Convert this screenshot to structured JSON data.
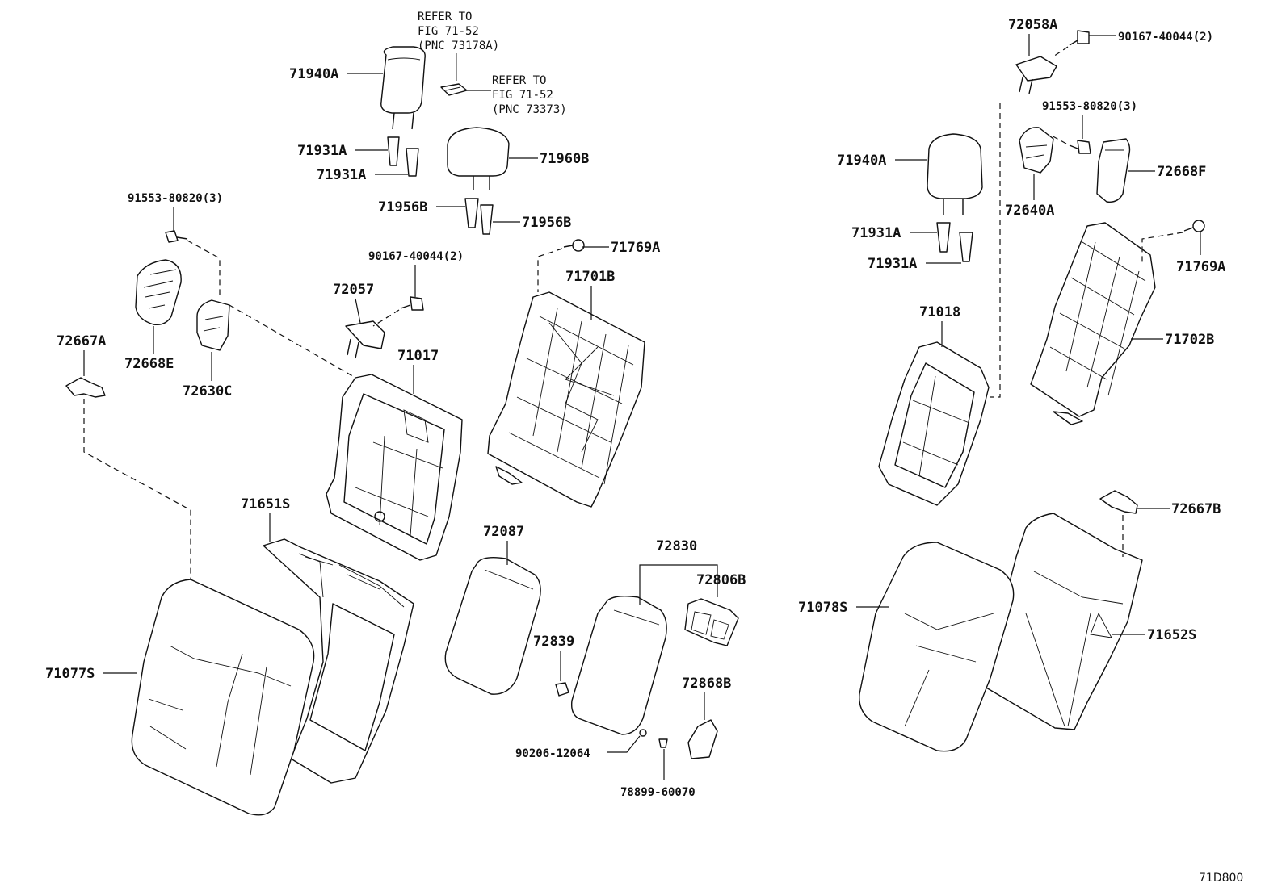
{
  "figure_id": "71D800",
  "refer_notes": {
    "headrest": [
      "REFER TO",
      "FIG 71-52",
      "(PNC 73178A)"
    ],
    "guide": [
      "REFER TO",
      "FIG 71-52",
      "(PNC 73373)"
    ]
  },
  "callouts": {
    "c71940A_l": "71940A",
    "c71931A_l1": "71931A",
    "c71931A_l2": "71931A",
    "c71960B": "71960B",
    "c71956B_1": "71956B",
    "c71956B_2": "71956B",
    "c91553_l": "91553-80820(3)",
    "c90167_l": "90167-40044(2)",
    "c71769A_l": "71769A",
    "c72057": "72057",
    "c71701B": "71701B",
    "c71017": "71017",
    "c72667A": "72667A",
    "c72668E": "72668E",
    "c72630C": "72630C",
    "c71651S": "71651S",
    "c71077S": "71077S",
    "c72087": "72087",
    "c72830": "72830",
    "c72806B": "72806B",
    "c72839": "72839",
    "c72868B": "72868B",
    "c90206": "90206-12064",
    "c78899": "78899-60070",
    "c72058A": "72058A",
    "c90167_r": "90167-40044(2)",
    "c91553_r": "91553-80820(3)",
    "c71940A_r": "71940A",
    "c72668F": "72668F",
    "c72640A": "72640A",
    "c71931A_r1": "71931A",
    "c71931A_r2": "71931A",
    "c71769A_r": "71769A",
    "c71018": "71018",
    "c71702B": "71702B",
    "c72667B": "72667B",
    "c71078S": "71078S",
    "c71652S": "71652S"
  }
}
